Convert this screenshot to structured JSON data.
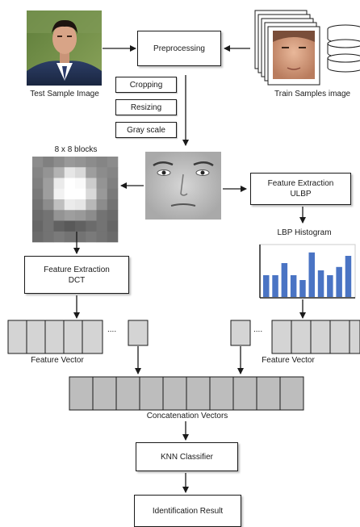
{
  "labels": {
    "test_sample": "Test Sample Image",
    "train_samples": "Train Samples image",
    "preprocessing": "Preprocessing",
    "cropping": "Cropping",
    "resizing": "Resizing",
    "grayscale": "Gray scale",
    "blocks": "8 x 8 blocks",
    "fe_ulbp_line1": "Feature Extraction",
    "fe_ulbp_line2": "ULBP",
    "lbp_histogram": "LBP Histogram",
    "fe_dct_line1": "Feature Extraction",
    "fe_dct_line2": "DCT",
    "feature_vector_left": "Feature Vector",
    "feature_vector_right": "Feature Vector",
    "ellipsis_left": "....",
    "ellipsis_right": "....",
    "concatenation": "Concatenation Vectors",
    "knn": "KNN Classifier",
    "result": "Identification Result"
  },
  "colors": {
    "stroke": "#1a1a1a",
    "vector_cell": "#d4d4d4",
    "concat_cell": "#bdbdbd",
    "histogram_bar": "#4a74c4"
  },
  "lbp_histogram_bars": [
    0.45,
    0.45,
    0.7,
    0.45,
    0.35,
    0.92,
    0.55,
    0.45,
    0.62,
    0.85
  ],
  "dct_blocks": [
    [
      0.55,
      0.5,
      0.55,
      0.6,
      0.58,
      0.55,
      0.52,
      0.55
    ],
    [
      0.52,
      0.58,
      0.7,
      0.9,
      0.85,
      0.62,
      0.55,
      0.52
    ],
    [
      0.5,
      0.62,
      0.92,
      1.0,
      0.98,
      0.8,
      0.58,
      0.5
    ],
    [
      0.48,
      0.62,
      0.95,
      1.0,
      1.0,
      0.85,
      0.6,
      0.48
    ],
    [
      0.45,
      0.55,
      0.75,
      0.92,
      0.9,
      0.72,
      0.55,
      0.45
    ],
    [
      0.42,
      0.45,
      0.58,
      0.62,
      0.6,
      0.55,
      0.45,
      0.42
    ],
    [
      0.4,
      0.45,
      0.38,
      0.35,
      0.38,
      0.42,
      0.45,
      0.4
    ],
    [
      0.42,
      0.45,
      0.48,
      0.45,
      0.45,
      0.48,
      0.45,
      0.42
    ]
  ]
}
